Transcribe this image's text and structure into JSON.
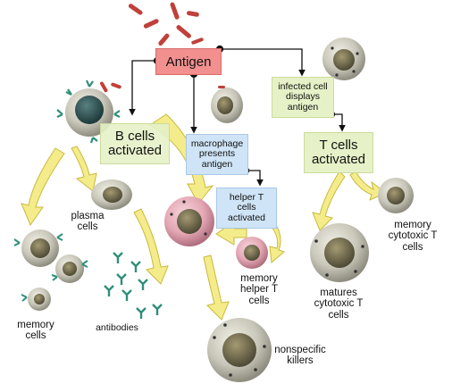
{
  "labels": {
    "antigen": "Antigen",
    "b_cells_activated": "B cells activated",
    "macrophage_presents_antigen": "macrophage presents antigen",
    "infected_cell_displays_antigen": "infected cell displays antigen",
    "t_cells_activated": "T cells activated",
    "helper_t_cells_activated": "helper T cells activated",
    "plasma_cells": "plasma cells",
    "memory_cells": "memory cells",
    "antibodies": "antibodies",
    "memory_helper_t_cells": "memory helper T cells",
    "nonspecific_killers": "nonspecific killers",
    "matures_cytotoxic_t_cells": "matures cytotoxic T cells",
    "memory_cytotoxic_t_cells": "memory cytotoxic T cells"
  },
  "colors": {
    "antigen_box": "#f29090",
    "green_box": "#e6f1c8",
    "blue_box": "#cfe4f6",
    "yellow_arrow": "#f4ec8a",
    "yellow_arrow_stroke": "#c9b93c",
    "flow_line": "#111111",
    "bacteria": "#c0403a",
    "antibody": "#2f8f7a",
    "gray_cell": "#c9c7b9",
    "pink_cell": "#e4a7b4"
  }
}
